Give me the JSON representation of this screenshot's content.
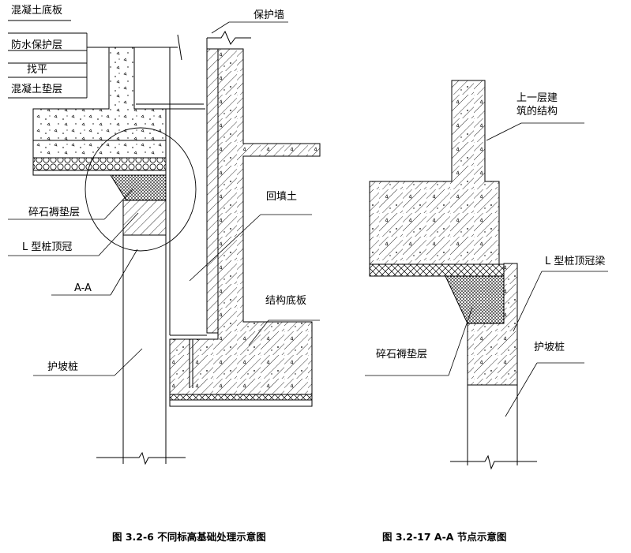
{
  "left_diagram": {
    "labels": {
      "concrete_floor": "混凝土底板",
      "waterproof": "防水保护层",
      "leveling": "找平",
      "concrete_cushion": "混凝土垫层",
      "gravel_cushion": "碎石褥垫层",
      "l_pile_cap": "L 型桩顶冠",
      "section_aa": "A-A",
      "slope_pile": "护坡桩",
      "protect_wall": "保护墙",
      "backfill": "回填土",
      "struct_floor": "结构底板"
    },
    "caption": "图 3.2-6  不同标高基础处理示意图"
  },
  "right_diagram": {
    "labels": {
      "upper_building_1": "上一层建",
      "upper_building_2": "筑的结构",
      "l_pile_cap_beam": "L 型桩顶冠梁",
      "gravel_cushion": "碎石褥垫层",
      "slope_pile": "护坡桩"
    },
    "caption": "图 3.2-17 A-A  节点示意图"
  }
}
